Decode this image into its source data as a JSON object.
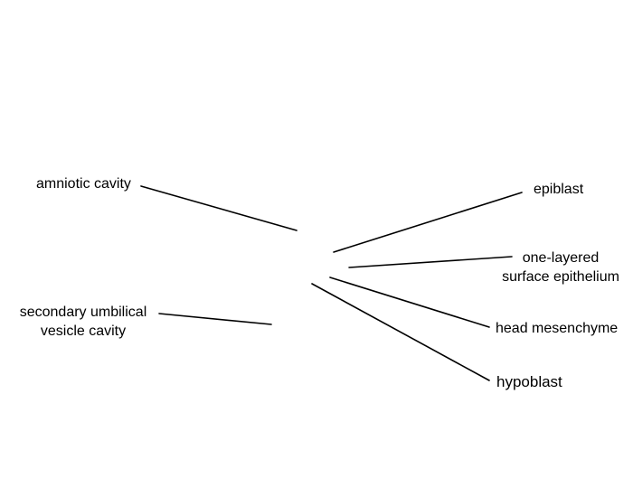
{
  "labels": {
    "amniotic_cavity": "amniotic cavity",
    "epiblast": "epiblast",
    "one_layered_surface_epithelium": [
      "one-layered",
      "surface epithelium"
    ],
    "secondary_umbilical_vesicle_cavity": [
      "secondary umbilical",
      "vesicle cavity"
    ],
    "head_mesenchyme": "head mesenchyme",
    "hypoblast": "hypoblast"
  },
  "colors": {
    "background": "#ffffff",
    "ink": "#000000"
  }
}
